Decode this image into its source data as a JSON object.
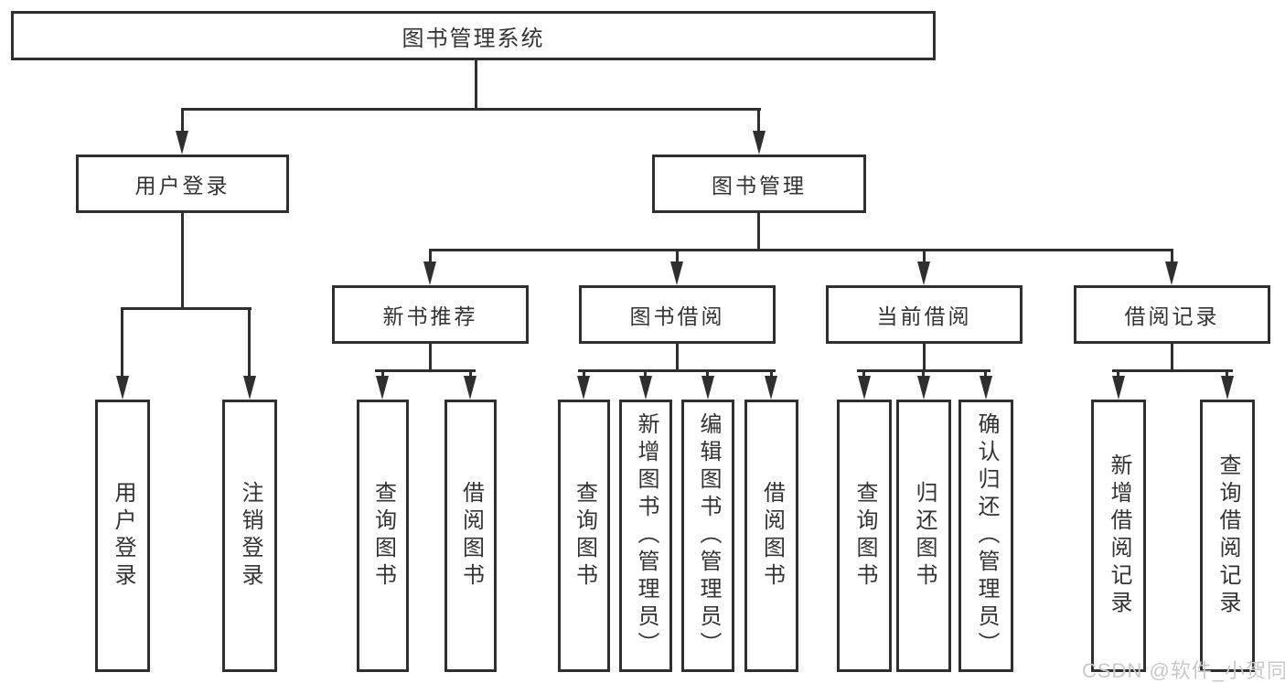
{
  "tree": {
    "root": {
      "label": "图书管理系统",
      "children": [
        {
          "label": "用户登录",
          "children": [
            {
              "label": "用户登录"
            },
            {
              "label": "注销登录"
            }
          ]
        },
        {
          "label": "图书管理",
          "children": [
            {
              "label": "新书推荐",
              "children": [
                {
                  "label": "查询图书"
                },
                {
                  "label": "借阅图书"
                }
              ]
            },
            {
              "label": "图书借阅",
              "children": [
                {
                  "label": "查询图书"
                },
                {
                  "label": "新增图书（管理员）"
                },
                {
                  "label": "编辑图书（管理员）"
                },
                {
                  "label": "借阅图书"
                }
              ]
            },
            {
              "label": "当前借阅",
              "children": [
                {
                  "label": "查询图书"
                },
                {
                  "label": "归还图书"
                },
                {
                  "label": "确认归还（管理员）"
                }
              ]
            },
            {
              "label": "借阅记录",
              "children": [
                {
                  "label": "新增借阅记录"
                },
                {
                  "label": "查询借阅记录"
                }
              ]
            }
          ]
        }
      ]
    }
  },
  "watermark": {
    "text": "CSDN @软件_小贺同学"
  },
  "colors": {
    "line": "#2f2f2f",
    "text": "#333333",
    "background": "#ffffff",
    "watermark": "#c9c9c9"
  }
}
